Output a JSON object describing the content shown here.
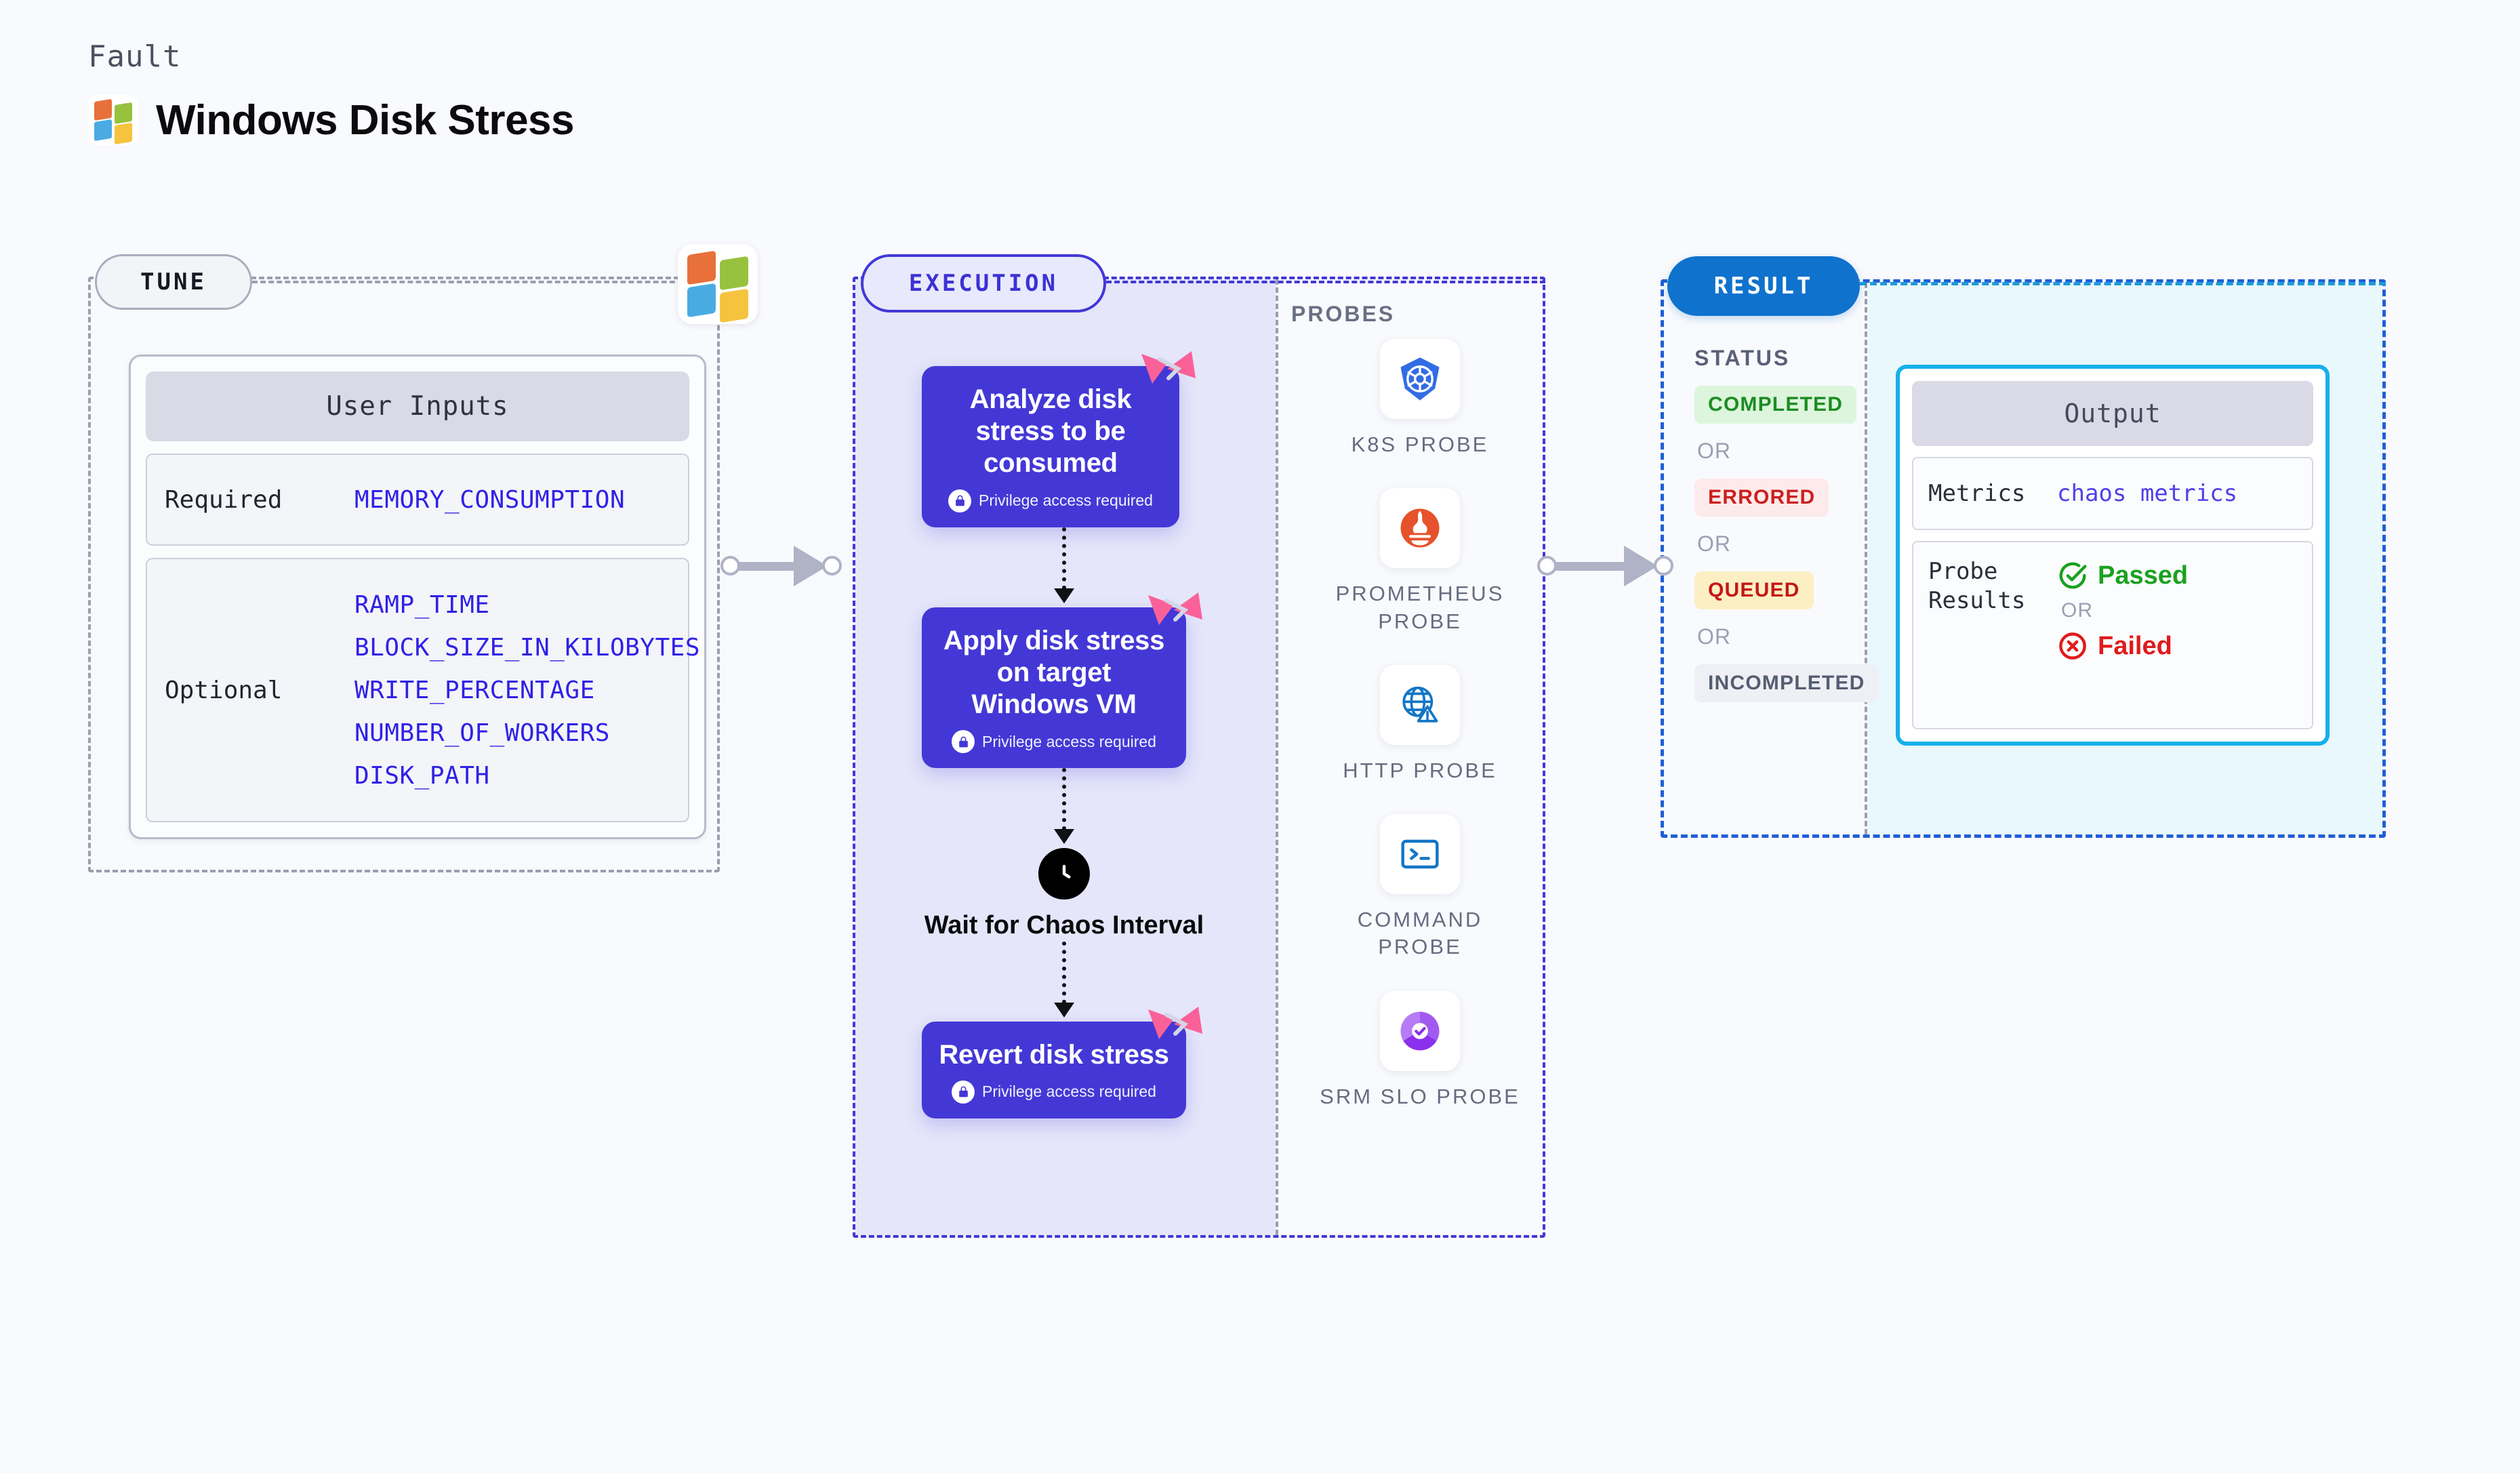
{
  "header": {
    "fault_label": "Fault",
    "title": "Windows Disk Stress",
    "logo_icon": "windows-logo-icon"
  },
  "tune": {
    "pill_label": "TUNE",
    "badge_icon": "windows-logo-icon",
    "card": {
      "header": "User Inputs",
      "required_label": "Required",
      "required_params": [
        "MEMORY_CONSUMPTION"
      ],
      "optional_label": "Optional",
      "optional_params": [
        "RAMP_TIME",
        "BLOCK_SIZE_IN_KILOBYTES",
        "WRITE_PERCENTAGE",
        "NUMBER_OF_WORKERS",
        "DISK_PATH"
      ]
    }
  },
  "execution": {
    "pill_label": "EXECUTION",
    "probes_label": "PROBES",
    "privilege_note": "Privilege access required",
    "steps": [
      {
        "title": "Analyze disk stress to be consumed",
        "privileged": true,
        "ribbon_icon": "harness-ribbon-icon"
      },
      {
        "title": "Apply disk stress on target Windows VM",
        "privileged": true,
        "ribbon_icon": "harness-ribbon-icon"
      },
      {
        "title": "Revert disk stress",
        "privileged": true,
        "ribbon_icon": "harness-ribbon-icon"
      }
    ],
    "wait_node": {
      "label": "Wait for Chaos Interval",
      "icon": "clock-icon"
    },
    "probes": [
      {
        "name": "K8S PROBE",
        "icon": "kubernetes-icon"
      },
      {
        "name": "PROMETHEUS PROBE",
        "icon": "prometheus-icon"
      },
      {
        "name": "HTTP PROBE",
        "icon": "globe-warning-icon"
      },
      {
        "name": "COMMAND PROBE",
        "icon": "terminal-icon"
      },
      {
        "name": "SRM SLO PROBE",
        "icon": "srm-slo-icon"
      }
    ]
  },
  "result": {
    "pill_label": "RESULT",
    "status_label": "STATUS",
    "or_label": "OR",
    "statuses": [
      {
        "label": "COMPLETED",
        "color": "#1d8c22",
        "bg": "#dcf5dc"
      },
      {
        "label": "ERRORED",
        "color": "#cc1f1f",
        "bg": "#fdeaea"
      },
      {
        "label": "QUEUED",
        "color": "#c51616",
        "bg": "#fdefc4"
      },
      {
        "label": "INCOMPLETED",
        "color": "#565d72",
        "bg": "#eff0f5"
      }
    ],
    "output": {
      "header": "Output",
      "metrics_label": "Metrics",
      "metrics_value": "chaos metrics",
      "probe_results_label": "Probe Results",
      "passed_label": "Passed",
      "failed_label": "Failed",
      "or_label": "OR",
      "passed_icon": "check-circle-icon",
      "failed_icon": "x-circle-icon"
    }
  },
  "colors": {
    "page_bg": "#f9fafd",
    "execution_accent": "#4338d6",
    "result_accent": "#0f72cd",
    "output_accent": "#16b0e9",
    "param_text": "#3021e6",
    "ribbon": "#fa6198"
  }
}
